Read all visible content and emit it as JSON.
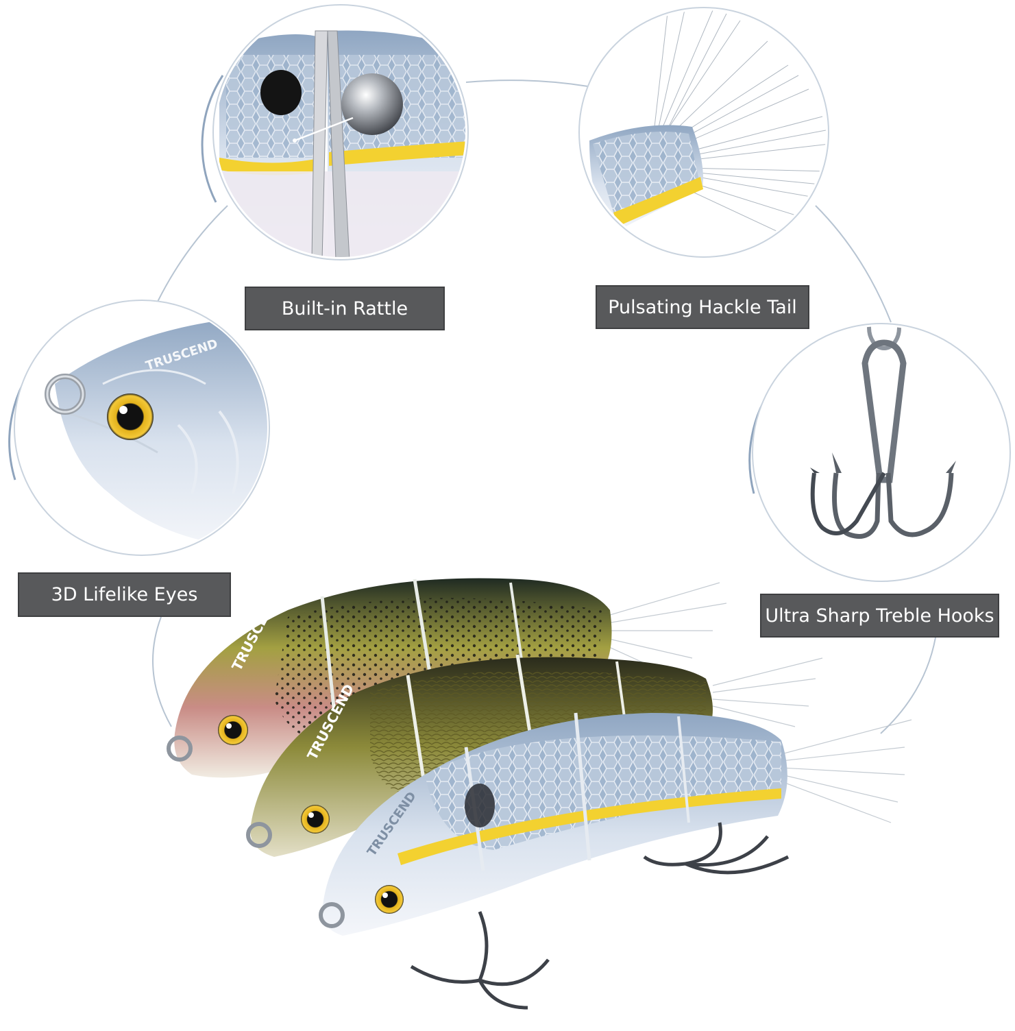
{
  "features": {
    "rattle": {
      "label": "Built-in Rattle",
      "icon": "steel-ball-rattle-icon"
    },
    "tail": {
      "label": "Pulsating Hackle Tail",
      "icon": "hackle-tail-icon"
    },
    "eyes": {
      "label": "3D Lifelike Eyes",
      "icon": "lifelike-eye-icon"
    },
    "hooks": {
      "label": "Ultra Sharp Treble Hooks",
      "icon": "treble-hook-icon"
    }
  },
  "brand": {
    "name": "TRUSCEND"
  },
  "colors": {
    "callout_bg": "#58595b",
    "callout_text": "#ffffff",
    "connector_line": "#b7c4d2",
    "stripe_yellow": "#f3d130",
    "scale_blue": "#9db3cc"
  }
}
